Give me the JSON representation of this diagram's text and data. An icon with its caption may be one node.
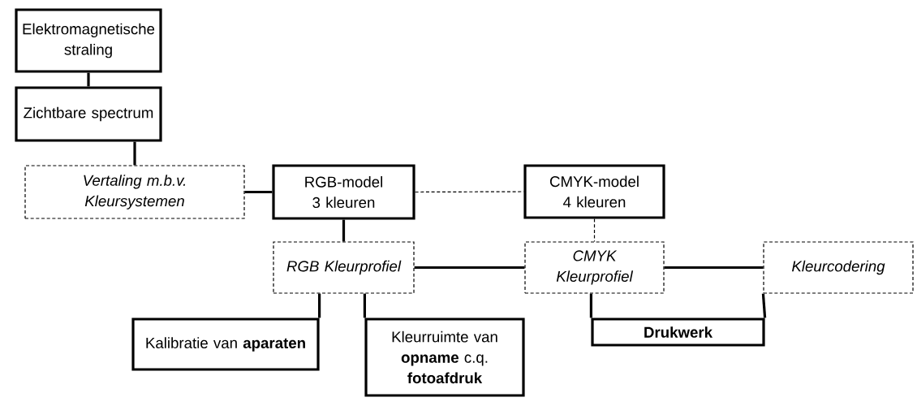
{
  "diagram": {
    "nodes": [
      {
        "text": [
          "Elektromagnetische straling"
        ]
      },
      {
        "text": [
          "Zichtbare spectrum"
        ]
      },
      {
        "text": [
          "Vertaling m.b.v. Kleursystemen"
        ]
      },
      {
        "text": [
          "RGB-model 3 kleuren"
        ]
      },
      {
        "text": [
          "CMYK-model 4 kleuren"
        ]
      },
      {
        "text": [
          "RGB Kleurprofiel"
        ]
      },
      {
        "text": [
          "CMYK Kleurprofiel"
        ]
      },
      {
        "text": [
          "Kleurcodering"
        ]
      },
      {
        "text": [
          "Kalibratie van **aparaten**"
        ]
      },
      {
        "text": [
          "Kleurruimte van **opname** c.q. **fotoafdruk**"
        ]
      },
      {
        "text": [
          "Drukwerk"
        ]
      }
    ],
    "edges": [
      {
        "from": 0,
        "to": 1,
        "arrow": "none"
      },
      {
        "from": 1,
        "to": 2,
        "arrow": "none"
      },
      {
        "from": 2,
        "to": 3,
        "arrow": "none"
      },
      {
        "from": 3,
        "to": 4,
        "arrow": "none",
        "style": "dashed"
      },
      {
        "from": 3,
        "to": 5,
        "arrow": "none"
      },
      {
        "from": 4,
        "to": 6,
        "arrow": "none",
        "style": "dashed"
      },
      {
        "from": 5,
        "to": 6,
        "arrow": "none"
      },
      {
        "from": 6,
        "to": 7,
        "arrow": "none"
      },
      {
        "from": 5,
        "to": 8,
        "arrow": "none"
      },
      {
        "from": 5,
        "to": 9,
        "arrow": "none"
      },
      {
        "from": 6,
        "to": 10,
        "arrow": "none"
      },
      {
        "from": 7,
        "to": 10,
        "arrow": "none"
      }
    ]
  }
}
